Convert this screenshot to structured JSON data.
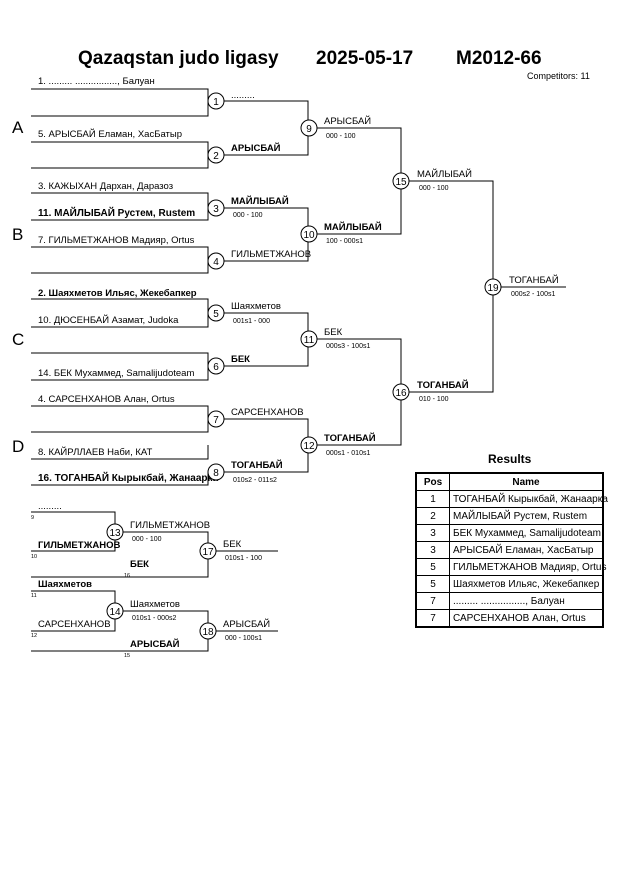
{
  "header": {
    "league": "Qazaqstan judo ligasy",
    "date": "2025-05-17",
    "category": "M2012-66",
    "competitors": "Competitors: 11"
  },
  "groups": [
    "A",
    "B",
    "C",
    "D"
  ],
  "entries": [
    {
      "text": "1. ......... ................, Балуан"
    },
    {
      "text": "5. АРЫСБАЙ Еламан, ХасБатыр"
    },
    {
      "text": "3. КАЖЫХАН Дархан, Даразоз"
    },
    {
      "text": "11. МАЙЛЫБАЙ Рустем, Rustem"
    },
    {
      "text": "7. ГИЛЬМЕТЖАНОВ Мадияр, Ortus"
    },
    {
      "text": "2. Шаяхметов Ильяс, Жекебапкер"
    },
    {
      "text": "10. ДЮСЕНБАЙ Азамат, Judoka"
    },
    {
      "text": "14. БЕК Мухаммед, Samalijudoteam"
    },
    {
      "text": "4. САРСЕНХАНОВ Алан, Ortus"
    },
    {
      "text": "8. КАЙРЛЛАЕВ Наби, КАТ"
    },
    {
      "text": "16. ТОГАНБАЙ Кырыкбай, Жанаарка"
    }
  ],
  "matches": [
    {
      "num": "1",
      "winner": ".........",
      "score": ""
    },
    {
      "num": "2",
      "winner": "АРЫСБАЙ",
      "score": ""
    },
    {
      "num": "3",
      "winner": "МАЙЛЫБАЙ",
      "score": "000 - 100"
    },
    {
      "num": "4",
      "winner": "ГИЛЬМЕТЖАНОВ",
      "score": ""
    },
    {
      "num": "5",
      "winner": "Шаяхметов",
      "score": "001s1 - 000"
    },
    {
      "num": "6",
      "winner": "БЕК",
      "score": ""
    },
    {
      "num": "7",
      "winner": "САРСЕНХАНОВ",
      "score": ""
    },
    {
      "num": "8",
      "winner": "ТОГАНБАЙ",
      "score": "010s2 - 011s2"
    },
    {
      "num": "9",
      "winner": "АРЫСБАЙ",
      "score": "000 - 100"
    },
    {
      "num": "10",
      "winner": "МАЙЛЫБАЙ",
      "score": "100 - 000s1"
    },
    {
      "num": "11",
      "winner": "БЕК",
      "score": "000s3 - 100s1"
    },
    {
      "num": "12",
      "winner": "ТОГАНБАЙ",
      "score": "000s1 - 010s1"
    },
    {
      "num": "15",
      "winner": "МАЙЛЫБАЙ",
      "score": "000 - 100"
    },
    {
      "num": "16",
      "winner": "ТОГАНБАЙ",
      "score": "010 - 100"
    },
    {
      "num": "19",
      "winner": "ТОГАНБАЙ",
      "score": "000s2 - 100s1"
    }
  ],
  "repechage": {
    "entries": [
      {
        "text": ".........",
        "seed": "9"
      },
      {
        "text": "ГИЛЬМЕТЖАНОВ",
        "seed": "10"
      },
      {
        "text": "БЕК",
        "seed": "16"
      },
      {
        "text": "Шаяхметов",
        "seed": "11"
      },
      {
        "text": "САРСЕНХАНОВ",
        "seed": "12"
      },
      {
        "text": "АРЫСБАЙ",
        "seed": "15"
      }
    ],
    "matches": [
      {
        "num": "13",
        "winner": "ГИЛЬМЕТЖАНОВ",
        "score": "000 - 100"
      },
      {
        "num": "17",
        "winner": "БЕК",
        "score": "010s1 - 100"
      },
      {
        "num": "14",
        "winner": "Шаяхметов",
        "score": "010s1 - 000s2"
      },
      {
        "num": "18",
        "winner": "АРЫСБАЙ",
        "score": "000 - 100s1"
      }
    ]
  },
  "results": {
    "title": "Results",
    "col_pos": "Pos",
    "col_name": "Name",
    "rows": [
      {
        "pos": "1",
        "name": "ТОГАНБАЙ Кырыкбай, Жанаарка"
      },
      {
        "pos": "2",
        "name": "МАЙЛЫБАЙ Рустем, Rustem"
      },
      {
        "pos": "3",
        "name": "БЕК Мухаммед, Samalijudoteam"
      },
      {
        "pos": "3",
        "name": "АРЫСБАЙ Еламан, ХасБатыр"
      },
      {
        "pos": "5",
        "name": "ГИЛЬМЕТЖАНОВ Мадияр, Ortus"
      },
      {
        "pos": "5",
        "name": "Шаяхметов Ильяс, Жекебапкер"
      },
      {
        "pos": "7",
        "name": "......... ................, Балуан"
      },
      {
        "pos": "7",
        "name": "САРСЕНХАНОВ Алан, Ortus"
      }
    ]
  }
}
